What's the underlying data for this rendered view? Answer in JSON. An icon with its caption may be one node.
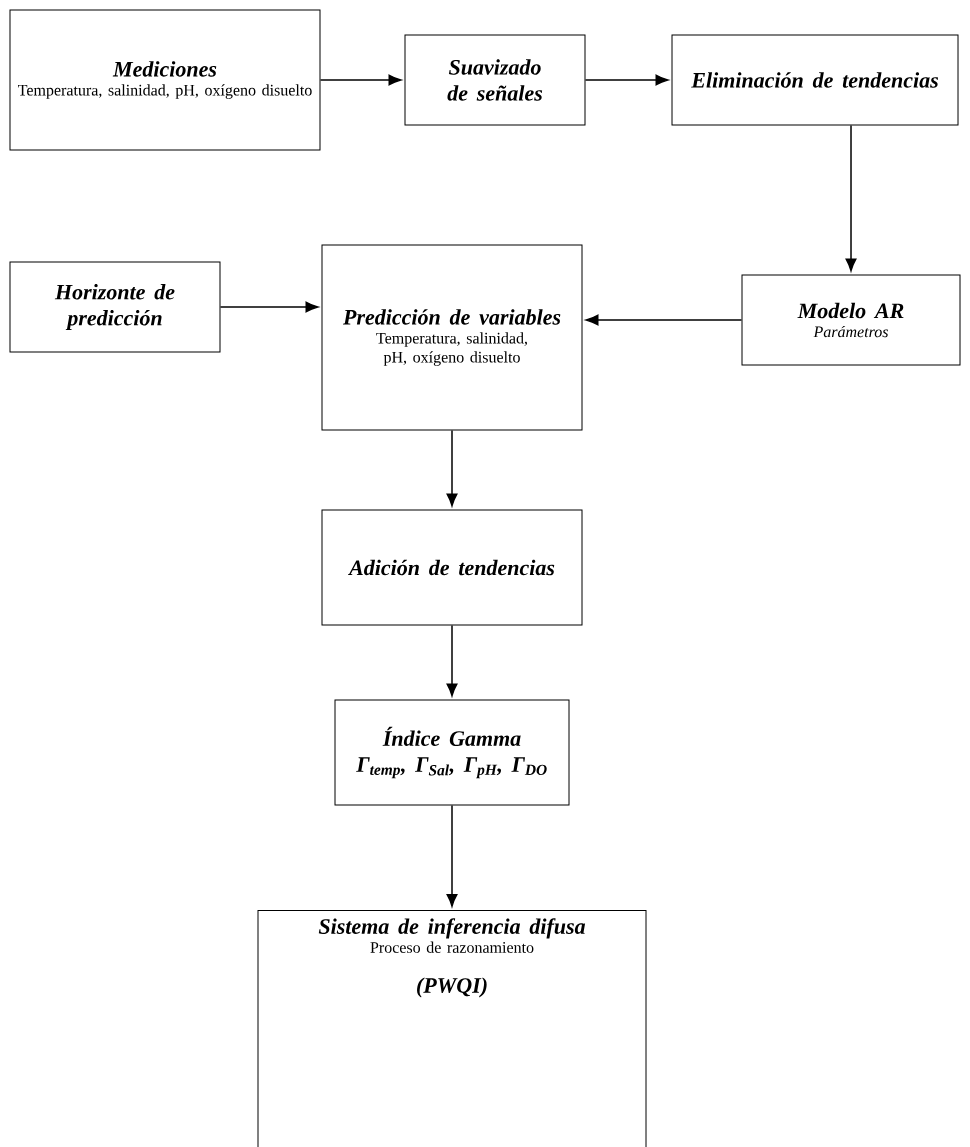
{
  "diagram": {
    "nodes": [
      {
        "text": [
          "Mediciones",
          "Temperatura, salinidad, pH, oxígeno disuelto"
        ]
      },
      {
        "text": [
          "Suavizado de señales"
        ]
      },
      {
        "text": [
          "Eliminación de tendencias"
        ]
      },
      {
        "text": [
          "Horizonte de predicción"
        ]
      },
      {
        "text": [
          "Predicción de variables",
          "Temperatura, salinidad, pH, oxígeno disuelto"
        ]
      },
      {
        "text": [
          "Modelo AR",
          "Parámetros"
        ]
      },
      {
        "text": [
          "Adición de tendencias"
        ]
      },
      {
        "text": [
          "Índice Gamma",
          "Γ$_{temp}$, Γ$_{Sal}$, Γ$_{pH}$, Γ$_{DO}$"
        ]
      },
      {
        "text": [
          "Sistema de inferencia difusa",
          "Proceso de razonamiento",
          "(PWQI)"
        ]
      }
    ],
    "edges": [
      {
        "from": 0,
        "to": 1,
        "arrow": "to"
      },
      {
        "from": 1,
        "to": 2,
        "arrow": "to"
      },
      {
        "from": 2,
        "to": 5,
        "arrow": "to"
      },
      {
        "from": 3,
        "to": 4,
        "arrow": "to"
      },
      {
        "from": 5,
        "to": 4,
        "arrow": "to"
      },
      {
        "from": 4,
        "to": 6,
        "arrow": "to"
      },
      {
        "from": 6,
        "to": 7,
        "arrow": "to"
      },
      {
        "from": 7,
        "to": 8,
        "arrow": "to"
      }
    ]
  }
}
